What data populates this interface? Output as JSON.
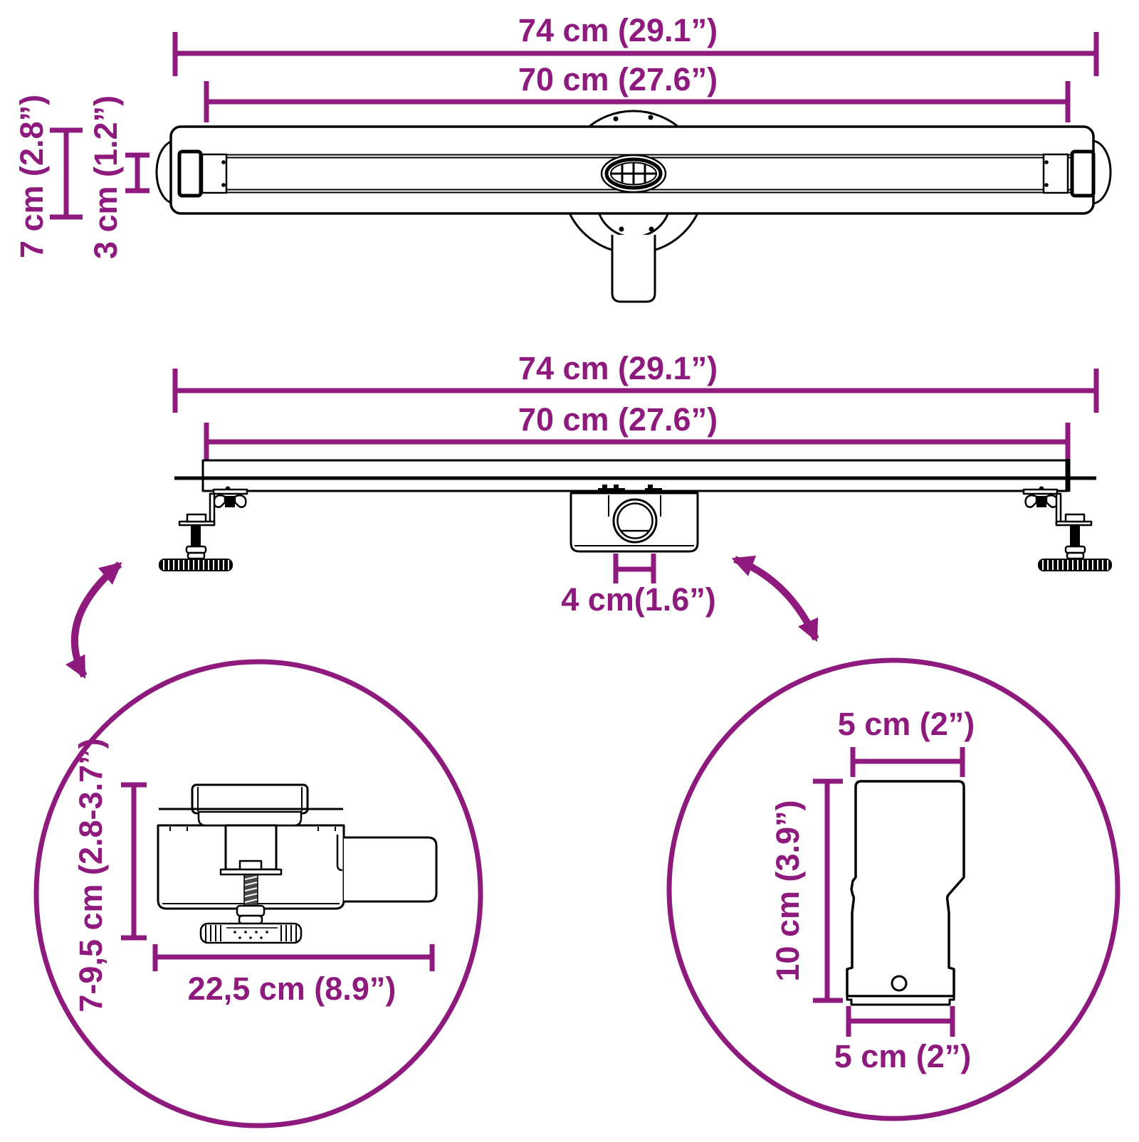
{
  "colors": {
    "accent": "#8E1A7E",
    "line": "#000000",
    "background": "#FFFFFF"
  },
  "top_view": {
    "total_length": "74 cm (29.1”)",
    "channel_length": "70 cm (27.6”)",
    "outer_height": "7 cm (2.8”)",
    "inner_height": "3 cm (1.2”)"
  },
  "side_view": {
    "total_length": "74 cm (29.1”)",
    "channel_length": "70 cm (27.6”)",
    "outlet_offset": "4 cm(1.6”)"
  },
  "foot_detail": {
    "height_range": "7-9,5 cm (2.8-3.7”)",
    "base_width": "22,5 cm (8.9”)"
  },
  "outlet_detail": {
    "top_width": "5 cm (2”)",
    "height": "10 cm (3.9”)",
    "bottom_width": "5 cm (2”)"
  }
}
